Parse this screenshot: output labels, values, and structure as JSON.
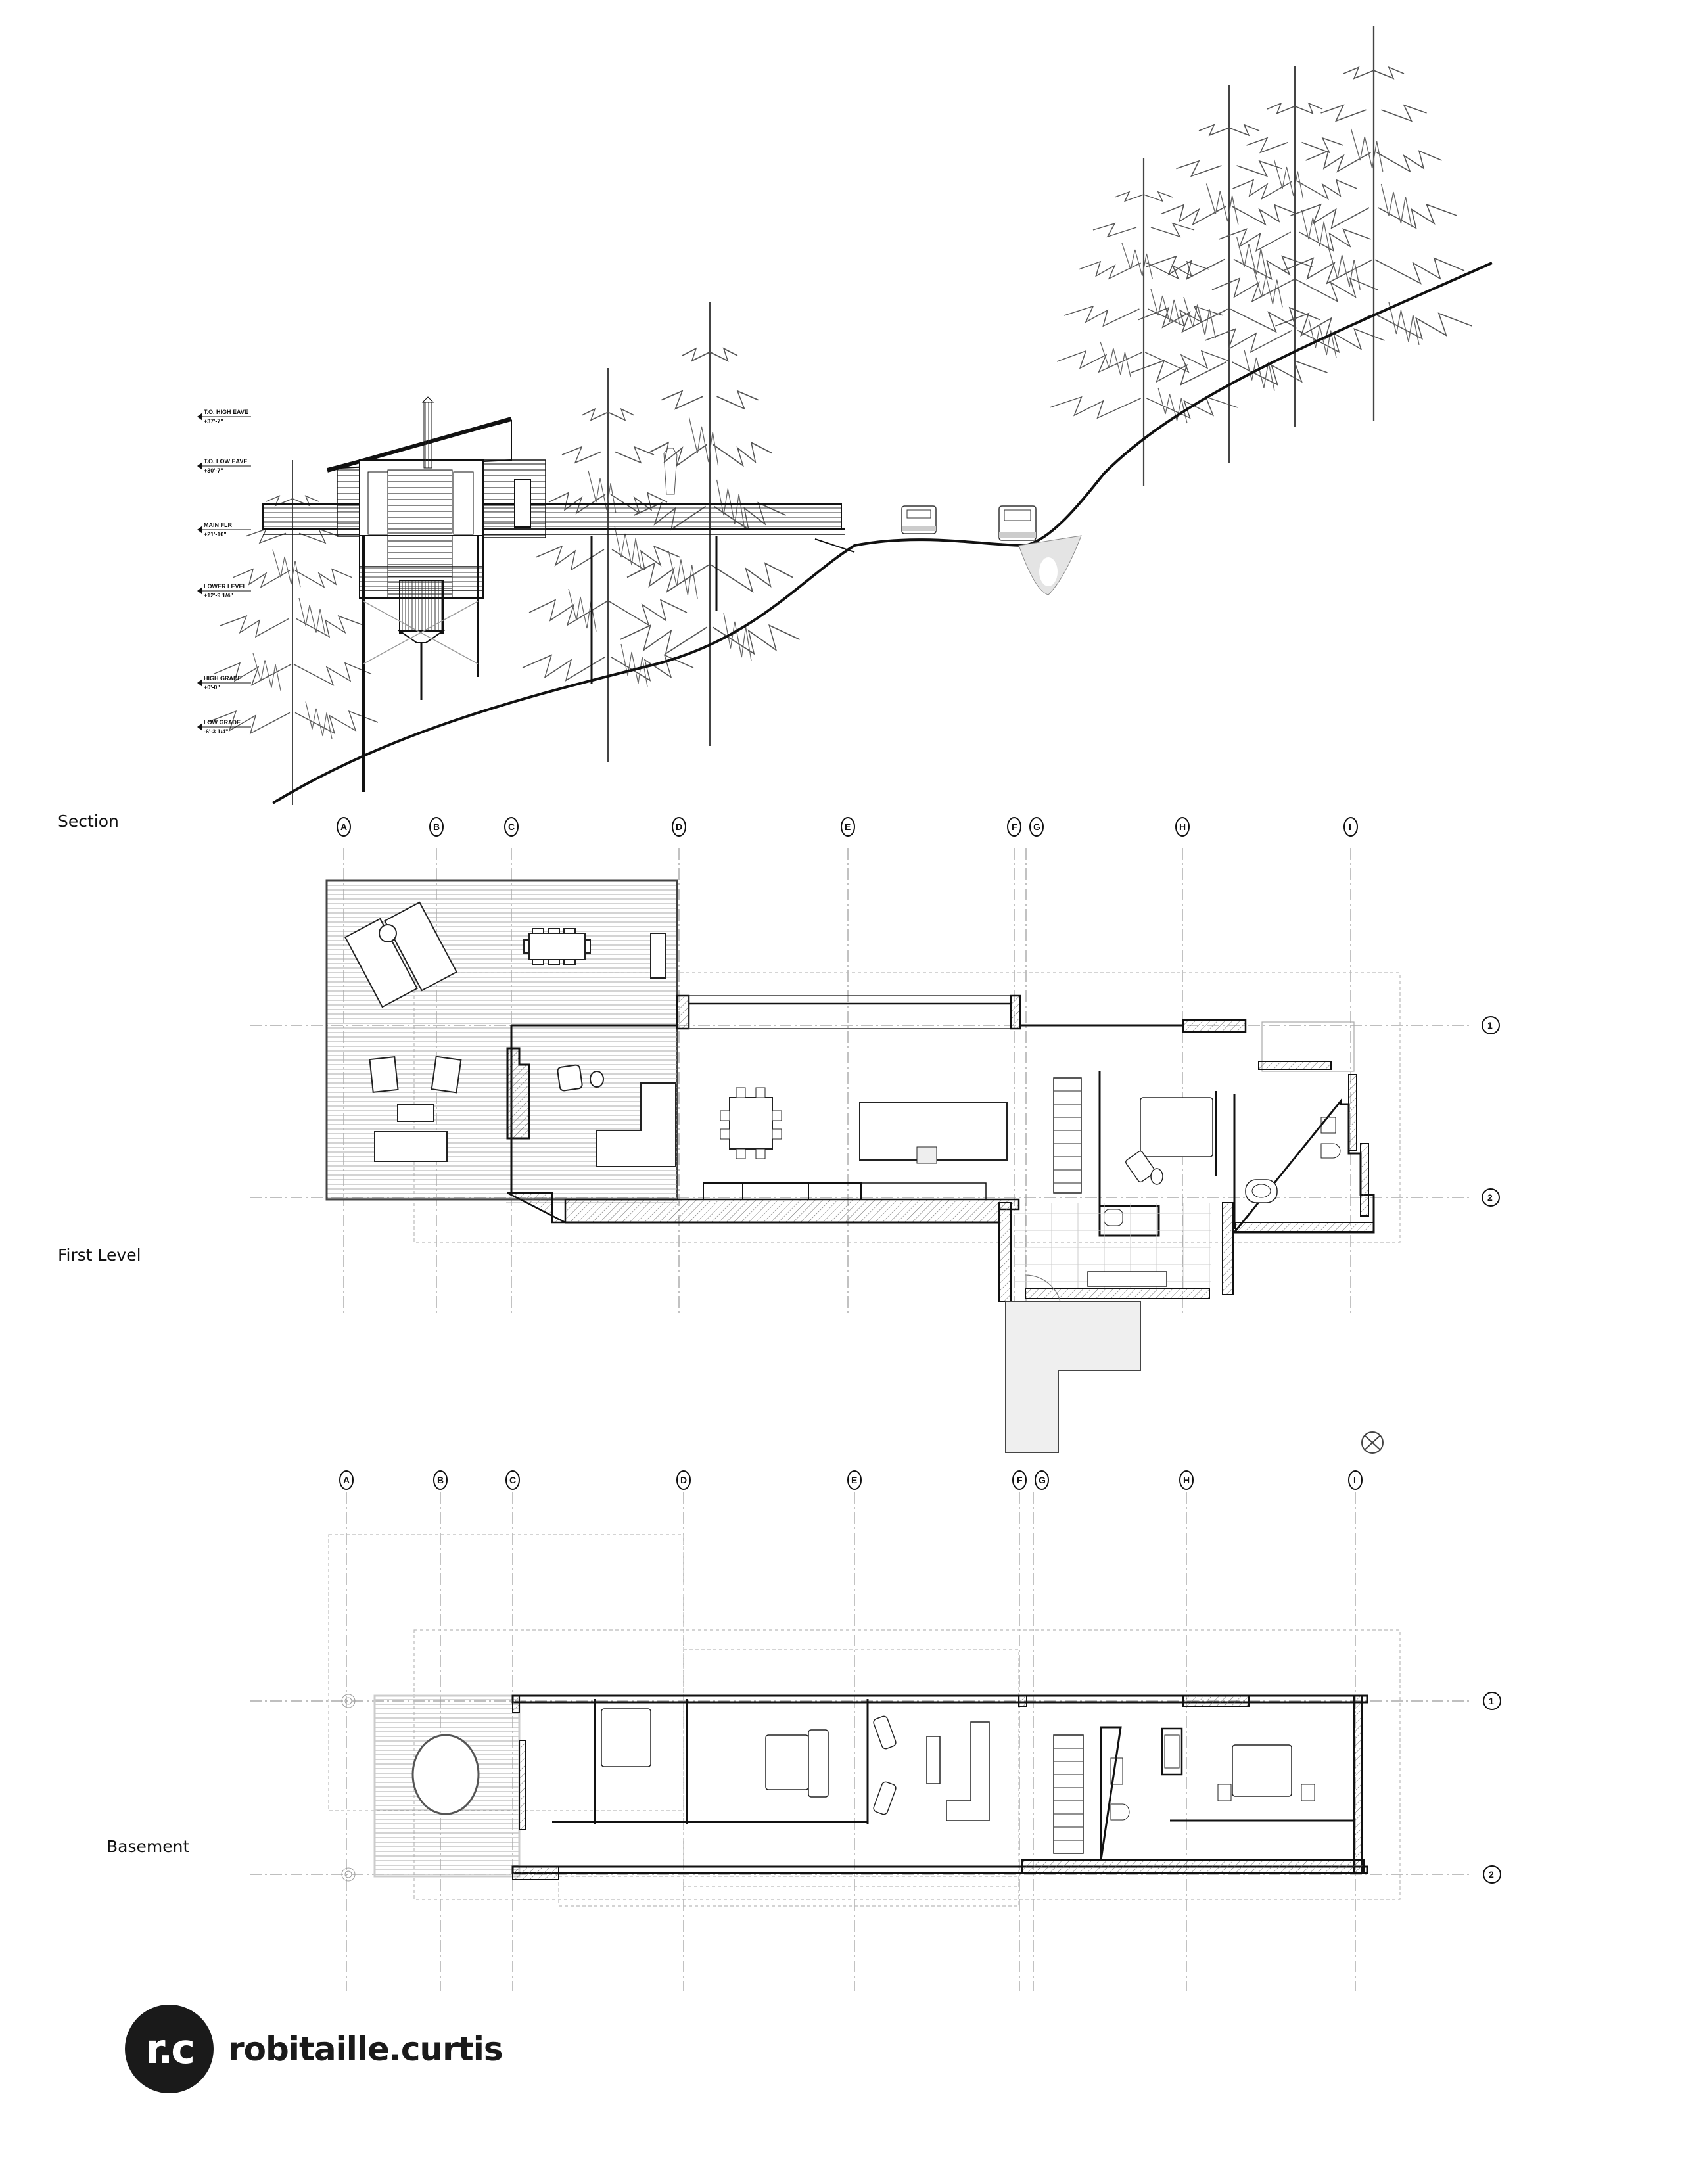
{
  "drawing_labels": {
    "section": "Section",
    "first_level": "First Level",
    "basement": "Basement"
  },
  "section_levels": [
    {
      "name": "T.O. HIGH EAVE",
      "elevation": "+37'-7\""
    },
    {
      "name": "T.O. LOW EAVE",
      "elevation": "+30'-7\""
    },
    {
      "name": "MAIN FLR",
      "elevation": "+21'-10\""
    },
    {
      "name": "LOWER LEVEL",
      "elevation": "+12'-9 1/4\""
    },
    {
      "name": "HIGH GRADE",
      "elevation": "+0'-0\""
    },
    {
      "name": "LOW GRADE",
      "elevation": "-6'-3 1/4\""
    }
  ],
  "grid_columns": [
    "A",
    "B",
    "C",
    "D",
    "E",
    "F",
    "G",
    "H",
    "I"
  ],
  "grid_rows": [
    "1",
    "2"
  ],
  "north_arrow": "north-arrow",
  "brand": {
    "mark": "r.c",
    "name": "robitaille.curtis"
  },
  "colors": {
    "line": "#111111",
    "grid_line": "#888888",
    "hatch": "#555555",
    "fill_light": "#eeeeee",
    "logo": "#1a1a1a"
  }
}
